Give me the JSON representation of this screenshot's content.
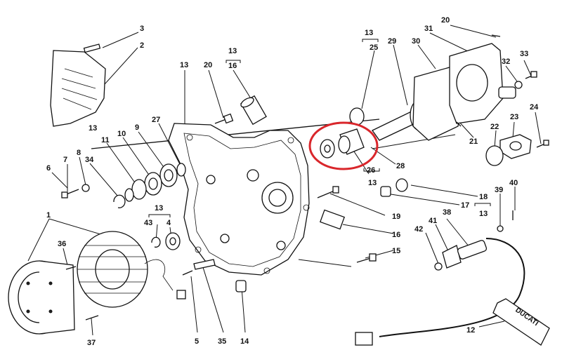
{
  "callouts": [
    {
      "id": "c-3",
      "text": "3"
    },
    {
      "id": "c-2",
      "text": "2"
    },
    {
      "id": "c-13a",
      "text": "13"
    },
    {
      "id": "c-13b",
      "text": "13"
    },
    {
      "id": "c-20a",
      "text": "20"
    },
    {
      "id": "c-13c",
      "text": "13"
    },
    {
      "id": "c-16a",
      "text": "16"
    },
    {
      "id": "c-13d",
      "text": "13"
    },
    {
      "id": "c-25",
      "text": "25"
    },
    {
      "id": "c-29",
      "text": "29"
    },
    {
      "id": "c-31",
      "text": "31"
    },
    {
      "id": "c-20b",
      "text": "20"
    },
    {
      "id": "c-30",
      "text": "30"
    },
    {
      "id": "c-32",
      "text": "32"
    },
    {
      "id": "c-33",
      "text": "33"
    },
    {
      "id": "c-24",
      "text": "24"
    },
    {
      "id": "c-23",
      "text": "23"
    },
    {
      "id": "c-22",
      "text": "22"
    },
    {
      "id": "c-21",
      "text": "21"
    },
    {
      "id": "c-27",
      "text": "27"
    },
    {
      "id": "c-9",
      "text": "9"
    },
    {
      "id": "c-10",
      "text": "10"
    },
    {
      "id": "c-11",
      "text": "11"
    },
    {
      "id": "c-8",
      "text": "8"
    },
    {
      "id": "c-7",
      "text": "7"
    },
    {
      "id": "c-34",
      "text": "34"
    },
    {
      "id": "c-6",
      "text": "6"
    },
    {
      "id": "c-26",
      "text": "26"
    },
    {
      "id": "c-28",
      "text": "28"
    },
    {
      "id": "c-13e",
      "text": "13"
    },
    {
      "id": "c-18",
      "text": "18"
    },
    {
      "id": "c-17",
      "text": "17"
    },
    {
      "id": "c-13f",
      "text": "13"
    },
    {
      "id": "c-19",
      "text": "19"
    },
    {
      "id": "c-39",
      "text": "39"
    },
    {
      "id": "c-40",
      "text": "40"
    },
    {
      "id": "c-1",
      "text": "1"
    },
    {
      "id": "c-13g",
      "text": "13"
    },
    {
      "id": "c-43",
      "text": "43"
    },
    {
      "id": "c-4",
      "text": "4"
    },
    {
      "id": "c-36",
      "text": "36"
    },
    {
      "id": "c-16b",
      "text": "16"
    },
    {
      "id": "c-15",
      "text": "15"
    },
    {
      "id": "c-42",
      "text": "42"
    },
    {
      "id": "c-41",
      "text": "41"
    },
    {
      "id": "c-38",
      "text": "38"
    },
    {
      "id": "c-37",
      "text": "37"
    },
    {
      "id": "c-5",
      "text": "5"
    },
    {
      "id": "c-35",
      "text": "35"
    },
    {
      "id": "c-14",
      "text": "14"
    },
    {
      "id": "c-12",
      "text": "12"
    }
  ],
  "grease_tube_brand": "DUCATI",
  "highlight_color": "#d9262b"
}
